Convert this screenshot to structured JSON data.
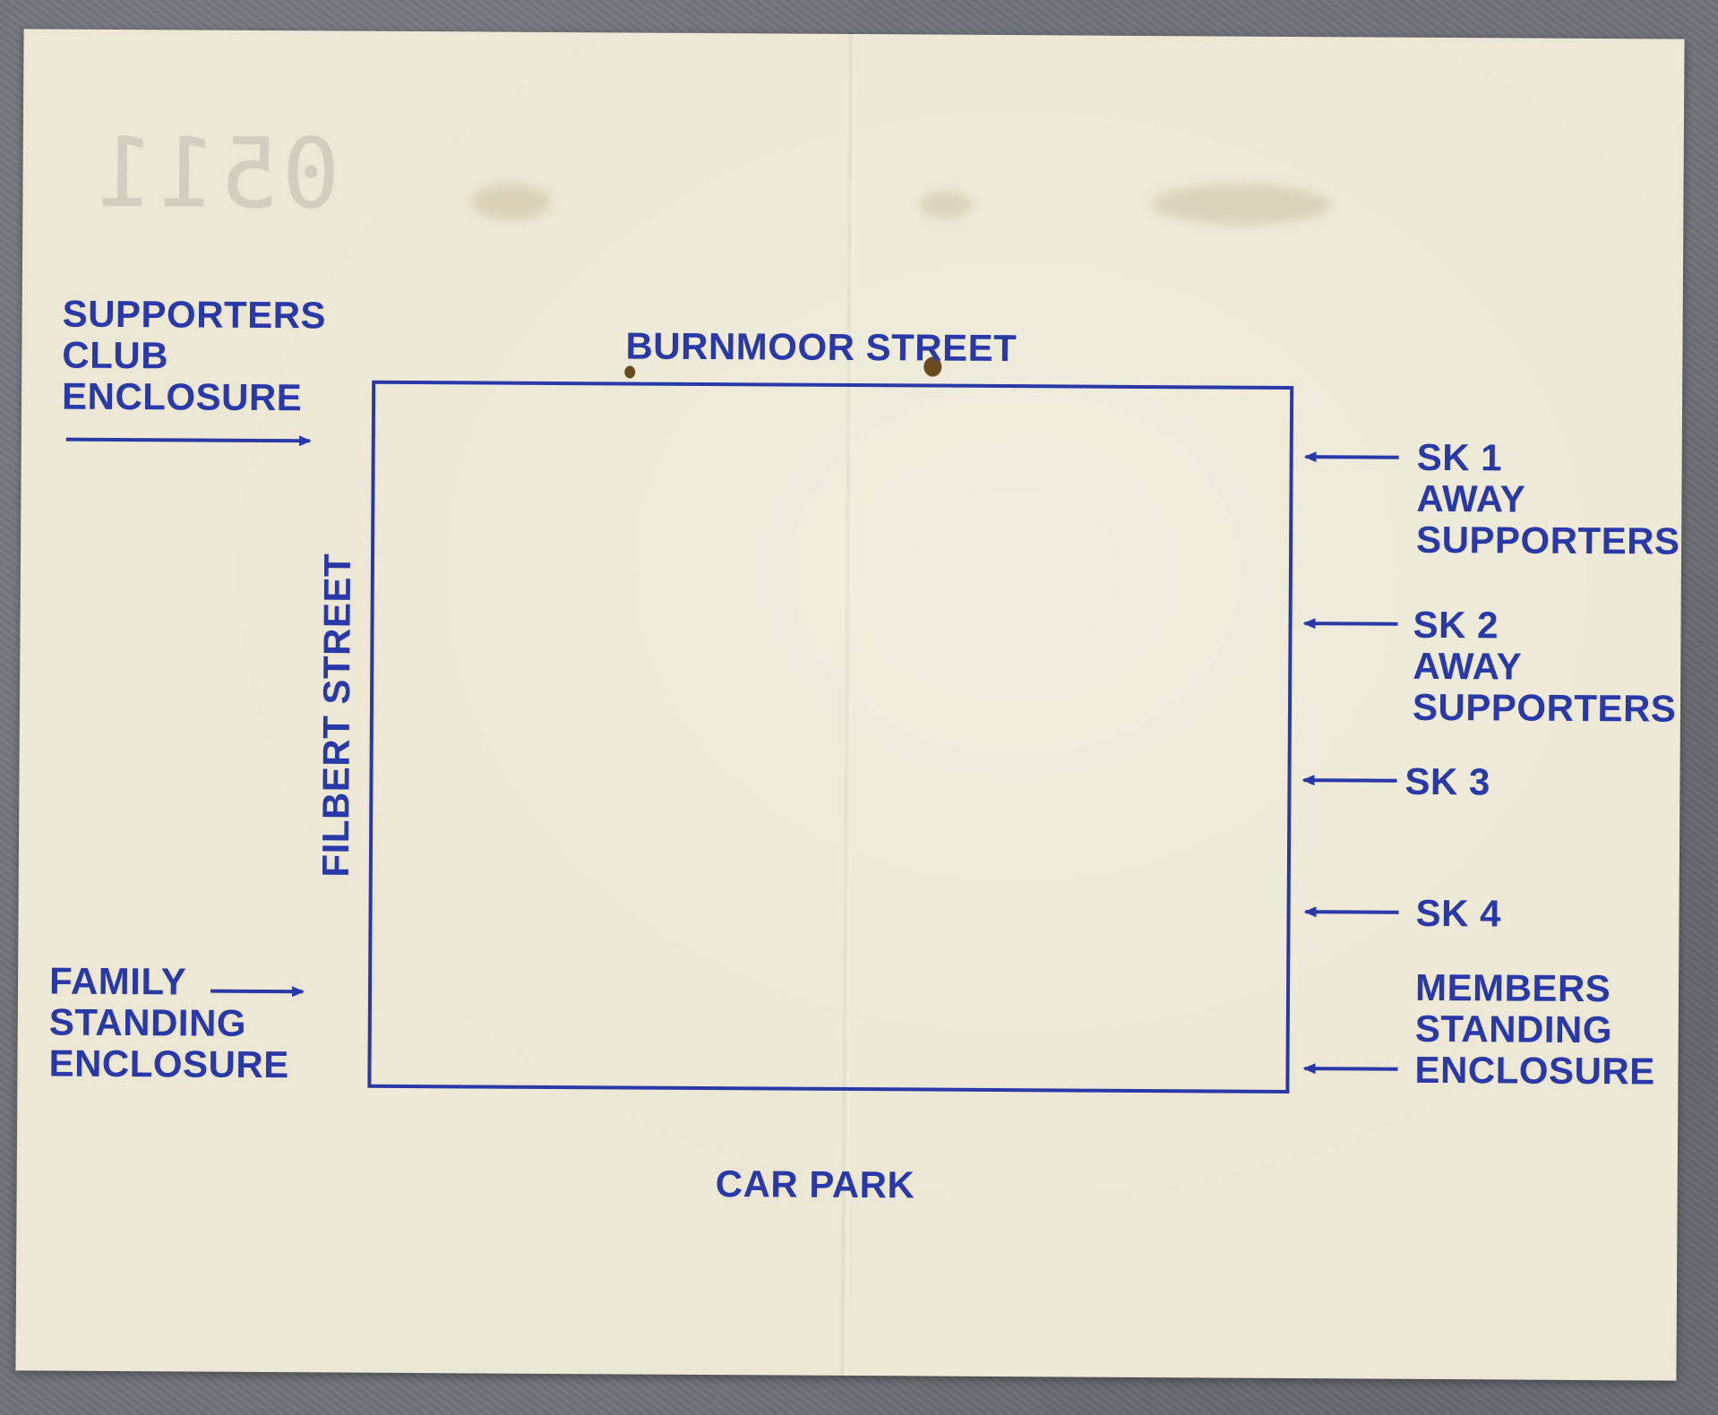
{
  "ticket": {
    "serial": "0511",
    "ink_color": "#2a39a8",
    "paper_color": "#ece7d4"
  },
  "map": {
    "top_street": "BURNMOOR STREET",
    "left_street": "FILBERT STREET",
    "bottom": "CAR PARK",
    "supporters_club": [
      "SUPPORTERS",
      "CLUB",
      "ENCLOSURE"
    ],
    "family_standing": [
      "FAMILY",
      "STANDING",
      "ENCLOSURE"
    ],
    "sk1": {
      "title": "SK 1",
      "lines": [
        "AWAY",
        "SUPPORTERS"
      ]
    },
    "sk2": {
      "title": "SK 2",
      "lines": [
        "AWAY",
        "SUPPORTERS"
      ]
    },
    "sk3": {
      "title": "SK 3"
    },
    "sk4": {
      "title": "SK 4"
    },
    "members_standing": [
      "MEMBERS",
      "STANDING",
      "ENCLOSURE"
    ]
  }
}
